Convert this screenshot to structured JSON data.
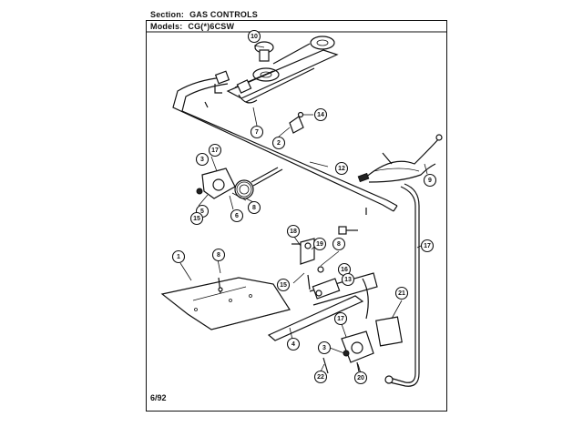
{
  "header": {
    "section_label": "Section:",
    "section_value": "GAS CONTROLS",
    "models_label": "Models:",
    "models_value": "CG(*)6CSW"
  },
  "footer": {
    "date": "6/92"
  },
  "callouts": [
    {
      "id": "c10",
      "label": "10"
    },
    {
      "id": "c7",
      "label": "7"
    },
    {
      "id": "c14",
      "label": "14"
    },
    {
      "id": "c2a",
      "label": "2"
    },
    {
      "id": "c17a",
      "label": "17"
    },
    {
      "id": "c3a",
      "label": "3"
    },
    {
      "id": "c12",
      "label": "12"
    },
    {
      "id": "c9",
      "label": "9"
    },
    {
      "id": "c5",
      "label": "5"
    },
    {
      "id": "c6",
      "label": "6"
    },
    {
      "id": "c8a",
      "label": "8"
    },
    {
      "id": "c15a",
      "label": "15"
    },
    {
      "id": "c18",
      "label": "18"
    },
    {
      "id": "c19",
      "label": "19"
    },
    {
      "id": "c8b",
      "label": "8"
    },
    {
      "id": "c16",
      "label": "16"
    },
    {
      "id": "c13",
      "label": "13"
    },
    {
      "id": "c15b",
      "label": "15"
    },
    {
      "id": "c1",
      "label": "1"
    },
    {
      "id": "c8c",
      "label": "8"
    },
    {
      "id": "c17b",
      "label": "17"
    },
    {
      "id": "c21",
      "label": "21"
    },
    {
      "id": "c4",
      "label": "4"
    },
    {
      "id": "c17c",
      "label": "17"
    },
    {
      "id": "c3b",
      "label": "3"
    },
    {
      "id": "c22",
      "label": "22"
    },
    {
      "id": "c20",
      "label": "20"
    }
  ]
}
